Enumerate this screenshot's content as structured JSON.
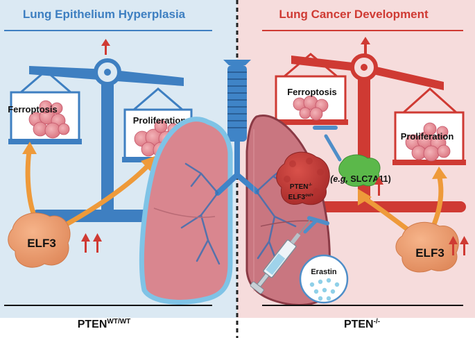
{
  "left": {
    "title": "Lung Epithelium Hyperplasia",
    "ferroptosis_label": "Ferroptosis",
    "proliferation_label": "Proliferation",
    "elf3_label": "ELF3",
    "genotype_base": "PTEN",
    "genotype_sup": "WT/WT"
  },
  "right": {
    "title": "Lung Cancer Development",
    "ferroptosis_label": "Ferroptosis",
    "proliferation_label": "Proliferation",
    "elf3_label": "ELF3",
    "genotype_base": "PTEN",
    "genotype_sup": "-/-",
    "tumor_line1_base": "PTEN",
    "tumor_line1_sup": "-/-",
    "tumor_line2_base": "ELF3",
    "tumor_line2_sup": "ov/+",
    "target_prefix": "(e.g, ",
    "target_name": "SLC7A11)",
    "drug_label": "Erastin"
  },
  "colors": {
    "left_bg": "#dbe9f3",
    "right_bg": "#f6dcdc",
    "blue_accent": "#3e7fc1",
    "red_accent": "#cf3a33",
    "orange_arrow": "#ee9a3a",
    "lung_pink": "#d9868f",
    "lung_outline": "#7fc3e6",
    "tumor_red": "#c23a36",
    "target_green": "#5bb84a"
  },
  "icons": [
    "up-arrow-icon",
    "balance-scale-icon",
    "lung-icon",
    "tumor-cell-icon",
    "syringe-icon",
    "inhibition-icon"
  ]
}
